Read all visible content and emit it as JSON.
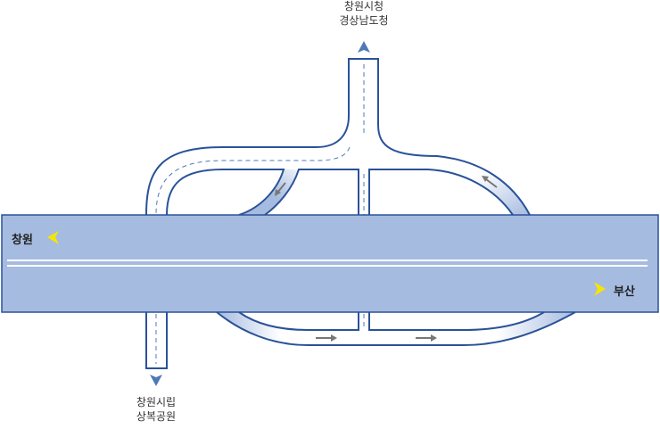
{
  "destinations": {
    "north": {
      "line1": "창원시청",
      "line2": "경상남도청"
    },
    "south": {
      "line1": "창원시립",
      "line2": "상복공원"
    },
    "west": "창원",
    "east": "부산"
  },
  "colors": {
    "highway_fill": "#a6bbe0",
    "road_stroke": "#2a5298",
    "direction_marker": "#f5e600",
    "exit_arrow": "#4f78b8",
    "flow_arrow": "#777777"
  }
}
